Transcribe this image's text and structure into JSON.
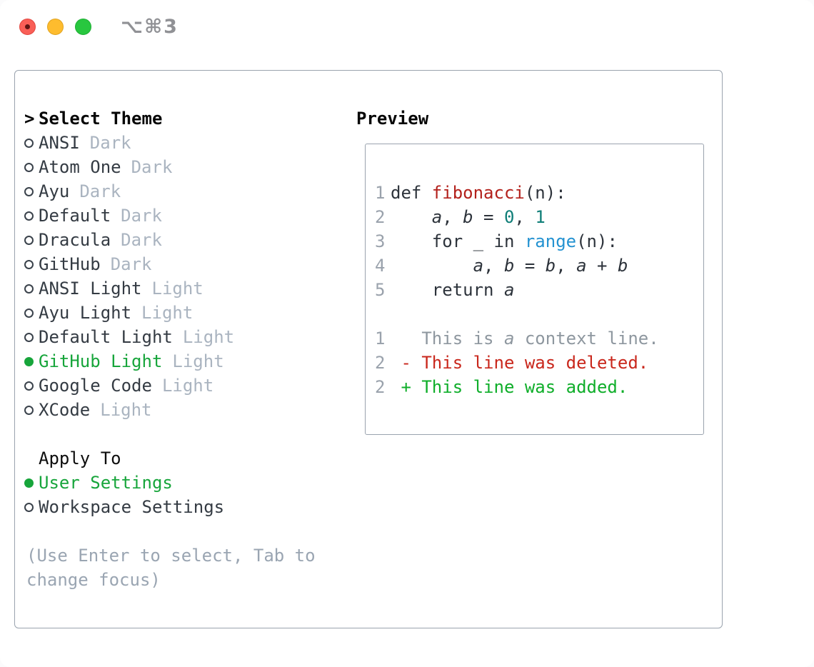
{
  "window": {
    "shortcut": "⌥⌘3"
  },
  "colors": {
    "accent_green": "#17a53b",
    "function_red": "#b3211c",
    "number_teal": "#0f7e78",
    "builtin_blue": "#2492d1",
    "deleted_red": "#c9271c",
    "added_green": "#0fae2a",
    "muted_gray": "#9aa5b2",
    "border_gray": "#9aa3ae"
  },
  "picker": {
    "prompt": ">",
    "title": "Select Theme",
    "items": [
      {
        "name": "ANSI",
        "variant": "Dark",
        "selected": false
      },
      {
        "name": "Atom One",
        "variant": "Dark",
        "selected": false
      },
      {
        "name": "Ayu",
        "variant": "Dark",
        "selected": false
      },
      {
        "name": "Default",
        "variant": "Dark",
        "selected": false
      },
      {
        "name": "Dracula",
        "variant": "Dark",
        "selected": false
      },
      {
        "name": "GitHub",
        "variant": "Dark",
        "selected": false
      },
      {
        "name": "ANSI Light",
        "variant": "Light",
        "selected": false
      },
      {
        "name": "Ayu Light",
        "variant": "Light",
        "selected": false
      },
      {
        "name": "Default Light",
        "variant": "Light",
        "selected": false
      },
      {
        "name": "GitHub Light",
        "variant": "Light",
        "selected": true
      },
      {
        "name": "Google Code",
        "variant": "Light",
        "selected": false
      },
      {
        "name": "XCode",
        "variant": "Light",
        "selected": false
      }
    ],
    "apply_to": {
      "title": "Apply To",
      "options": [
        {
          "label": "User Settings",
          "selected": true
        },
        {
          "label": "Workspace Settings",
          "selected": false
        }
      ]
    },
    "hint_line1": "(Use Enter to select, Tab to",
    "hint_line2": "change focus)"
  },
  "preview": {
    "title": "Preview",
    "code": {
      "l1": {
        "no": "1",
        "k1": "def ",
        "fn": "fibonacci",
        "k2": "(n):"
      },
      "l2": {
        "no": "2",
        "i1": "    ",
        "v1": "a",
        "p1": ", ",
        "v2": "b",
        "p2": " = ",
        "n1": "0",
        "p3": ", ",
        "n2": "1"
      },
      "l3": {
        "no": "3",
        "k1": "    for _ in ",
        "b1": "range",
        "k2": "(n):"
      },
      "l4": {
        "no": "4",
        "i1": "        ",
        "v1": "a",
        "p1": ", ",
        "v2": "b",
        "p2": " = ",
        "v3": "b",
        "p3": ", ",
        "v4": "a",
        "p4": " + ",
        "v5": "b"
      },
      "l5": {
        "no": "5",
        "k1": "    return ",
        "v1": "a"
      }
    },
    "diff": {
      "d1": {
        "no": "1",
        "p1": "   This is ",
        "v1": "a",
        "p2": " context line."
      },
      "d2": {
        "no": "2",
        "t": " - This line was deleted."
      },
      "d3": {
        "no": "2",
        "t": " + This line was added."
      }
    }
  }
}
